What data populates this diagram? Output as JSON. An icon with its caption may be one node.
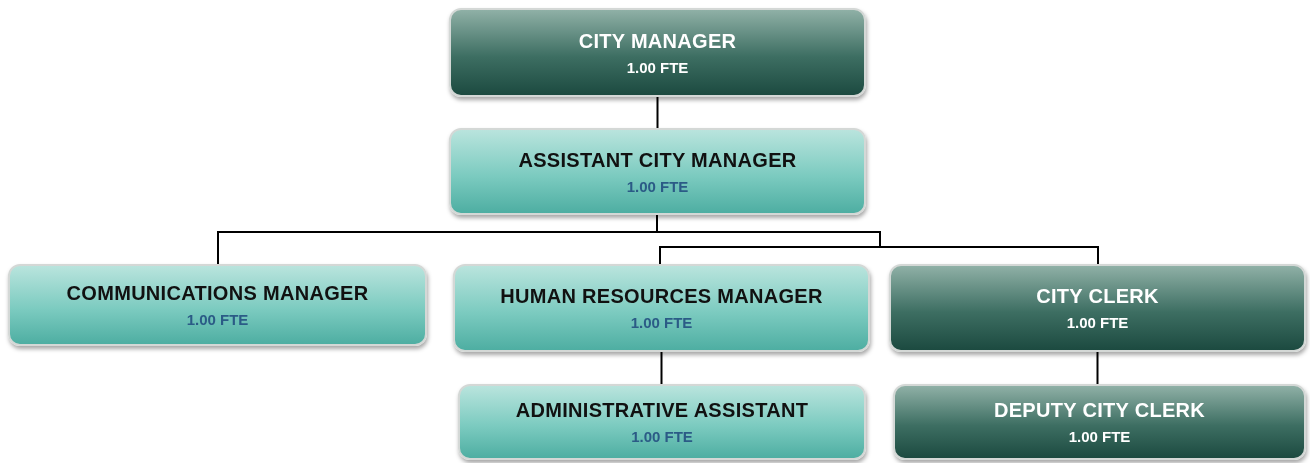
{
  "diagram": {
    "nodes": [
      {
        "text": [
          "CITY MANAGER",
          "1.00 FTE"
        ]
      },
      {
        "text": [
          "ASSISTANT CITY MANAGER",
          "1.00 FTE"
        ]
      },
      {
        "text": [
          "COMMUNICATIONS MANAGER",
          "1.00 FTE"
        ]
      },
      {
        "text": [
          "HUMAN RESOURCES MANAGER",
          "1.00 FTE"
        ]
      },
      {
        "text": [
          "CITY CLERK",
          "1.00 FTE"
        ]
      },
      {
        "text": [
          "ADMINISTRATIVE ASSISTANT",
          "1.00 FTE"
        ]
      },
      {
        "text": [
          "DEPUTY CITY CLERK",
          "1.00 FTE"
        ]
      }
    ],
    "edges": [
      {
        "from": 0,
        "to": 1,
        "arrow": "none"
      },
      {
        "from": 1,
        "to": 2,
        "arrow": "none"
      },
      {
        "from": 1,
        "to": 3,
        "arrow": "none"
      },
      {
        "from": 1,
        "to": 4,
        "arrow": "none"
      },
      {
        "from": 3,
        "to": 5,
        "arrow": "none"
      },
      {
        "from": 4,
        "to": 6,
        "arrow": "none"
      }
    ]
  }
}
